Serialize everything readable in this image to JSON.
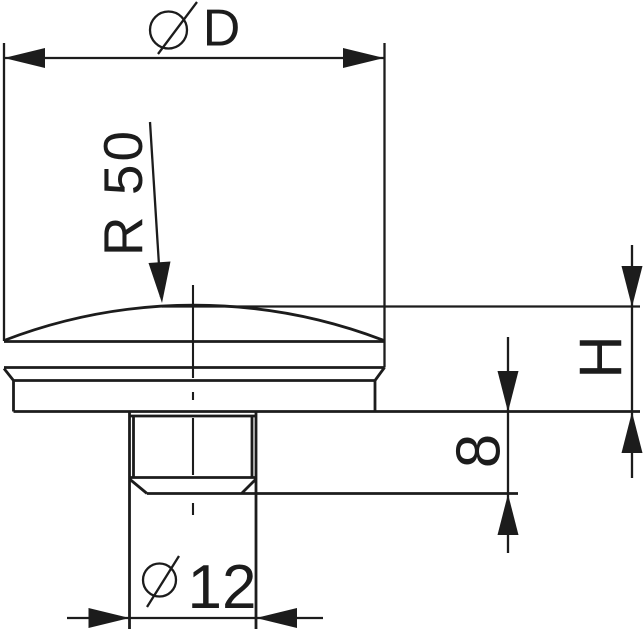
{
  "drawing": {
    "kind": "technical-drawing",
    "view": "knob-side-view",
    "line_color": "#1c1c1c",
    "background_color": "#ffffff",
    "dimensions": {
      "top_diameter": {
        "label": "⌀ D",
        "symbol": "⌀",
        "value": "D"
      },
      "dome_radius": {
        "label": "R 50"
      },
      "height": {
        "label": "H"
      },
      "shank_length": {
        "label": "8"
      },
      "shank_diameter": {
        "label": "⌀ 12",
        "symbol": "⌀",
        "value": "12"
      }
    }
  }
}
